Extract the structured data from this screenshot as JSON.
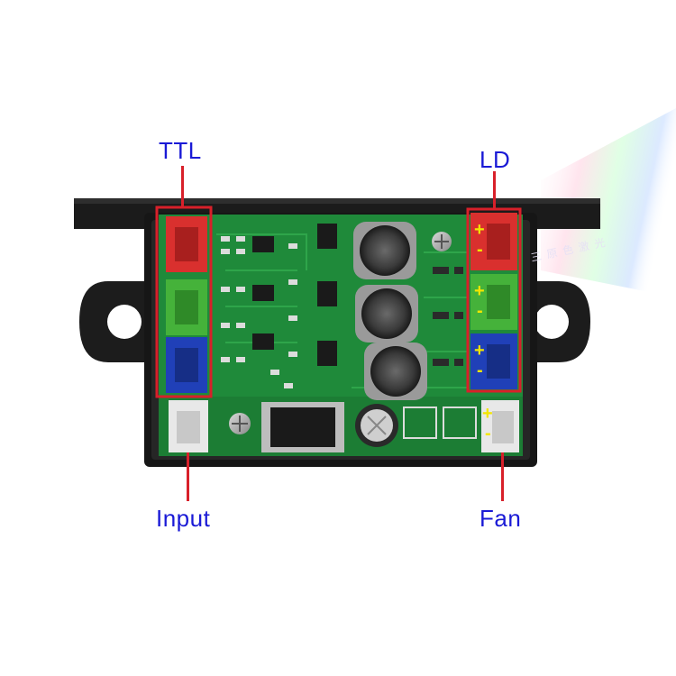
{
  "labels": {
    "ttl": "TTL",
    "ld": "LD",
    "input": "Input",
    "fan": "Fan"
  },
  "polarity": {
    "plus": "+",
    "minus": "-"
  },
  "watermark": "三原色激光",
  "colors": {
    "label_text": "#1a1ad6",
    "callout": "#d8202a",
    "pcb_green": "#1f8a3a",
    "housing": "#1b1b1b",
    "polarity_mark": "#f2e600",
    "connector_red": "#d9302e",
    "connector_green": "#45b23a",
    "connector_blue": "#2040b8",
    "connector_white": "#e8e8e8"
  },
  "icons": [
    "laser-driver-board",
    "inductor",
    "capacitor",
    "connector"
  ]
}
